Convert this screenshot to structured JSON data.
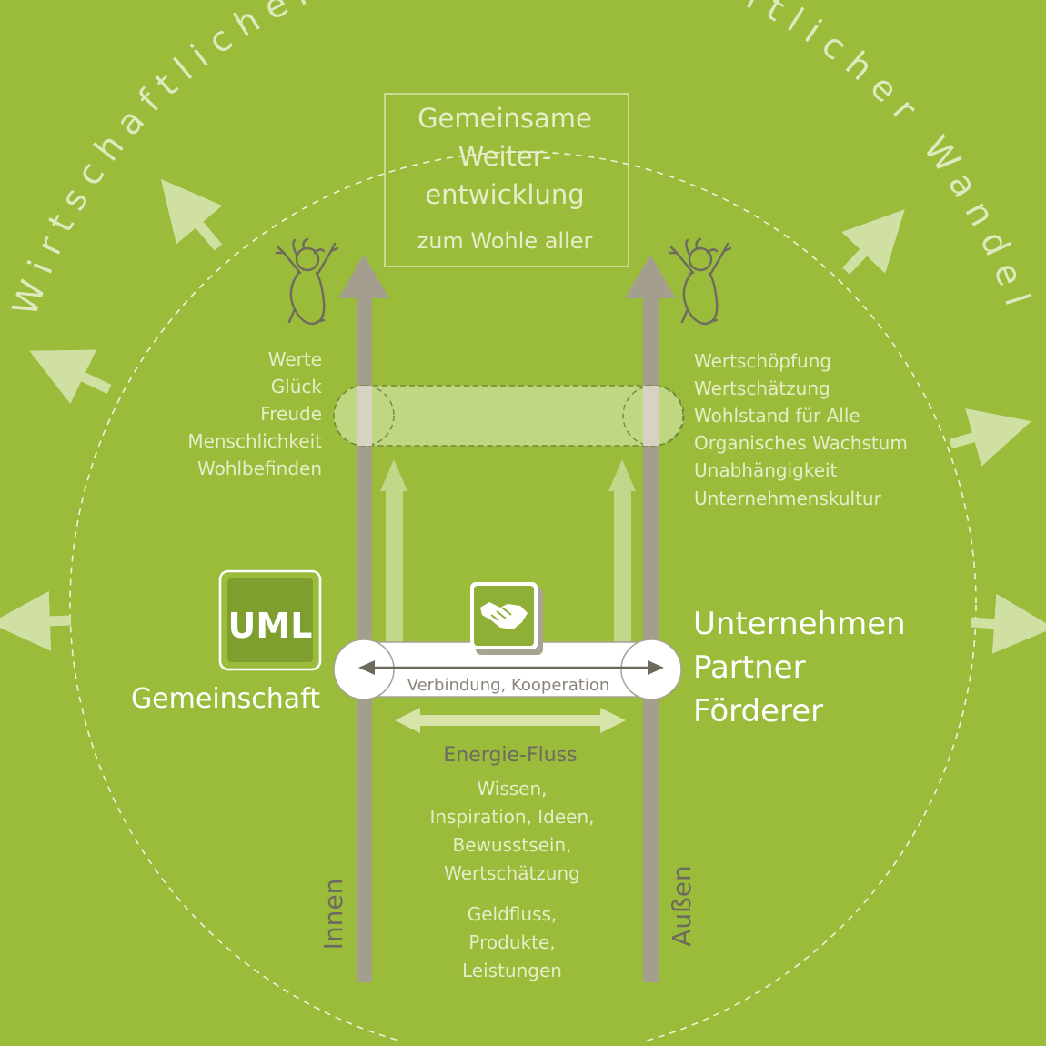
{
  "arc_title": "Wirtschaftlicher und gesellschaftlicher Wandel",
  "goal_box": {
    "lines": [
      "Gemeinsame",
      "Weiter-",
      "entwicklung"
    ],
    "subline": "zum Wohle aller"
  },
  "left_values": [
    "Werte",
    "Glück",
    "Freude",
    "Menschlichkeit",
    "Wohlbefinden"
  ],
  "right_values": [
    "Wertschöpfung",
    "Wertschätzung",
    "Wohlstand für Alle",
    "Organisches Wachstum",
    "Unabhängigkeit",
    "Unternehmenskultur"
  ],
  "logo_text": "UML",
  "left_label": "Gemeinschaft",
  "right_labels": [
    "Unternehmen",
    "Partner",
    "Förderer"
  ],
  "connection_label": "Verbindung, Kooperation",
  "energy_title": "Energie-Fluss",
  "energy_items": [
    "Wissen,",
    "Inspiration, Ideen,",
    "Bewusstsein,",
    "Wertschätzung"
  ],
  "money_items": [
    "Geldfluss,",
    "Produkte,",
    "Leistungen"
  ],
  "axis_inner": "Innen",
  "axis_outer": "Außen",
  "icons": [
    "handshake-icon",
    "cheering-figure-icon"
  ],
  "colors": {
    "background": "#9bbb3a",
    "light_text": "#e6edc8",
    "dark_text": "#6e6a60",
    "pillar": "#a49e8e"
  }
}
